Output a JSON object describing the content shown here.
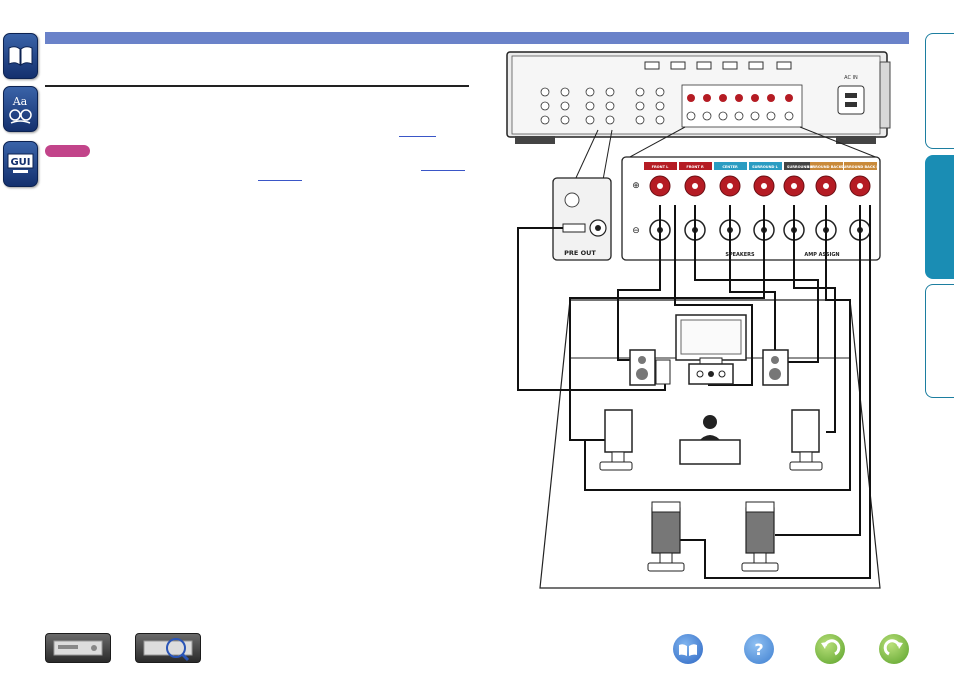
{
  "sidebar": {
    "items": [
      {
        "name": "contents",
        "icon": "book-icon"
      },
      {
        "name": "glossary",
        "icon": "aa-glossary-icon",
        "label": "Aa"
      },
      {
        "name": "gui",
        "icon": "gui-icon",
        "label": "GUI"
      }
    ]
  },
  "right_tabs": [
    {
      "name": "tab-top",
      "active": false
    },
    {
      "name": "tab-middle",
      "active": true
    },
    {
      "name": "tab-bottom",
      "active": false
    }
  ],
  "diagram": {
    "rear_panel": {
      "ac_in_label": "AC IN",
      "preout_label": "PRE OUT"
    },
    "speaker_terminals": {
      "front_l": "FRONT L",
      "front_r": "FRONT R",
      "center": "CENTER",
      "surround_l": "SURROUND L",
      "surround_r": "SURROUND R",
      "surround_back_l": "SURROUND BACK L",
      "surround_back_r": "SURROUND BACK R",
      "speakers_label": "SPEAKERS",
      "amp_assign_label": "AMP ASSIGN",
      "plus_sign": "⊕",
      "minus_sign": "⊖"
    }
  },
  "bottom_nav": {
    "left_buttons": [
      {
        "name": "front-panel-button",
        "icon": "receiver-front-icon"
      },
      {
        "name": "rear-panel-button",
        "icon": "receiver-rear-icon"
      }
    ],
    "right_buttons": [
      {
        "name": "contents-button",
        "icon": "book-icon"
      },
      {
        "name": "help-button",
        "icon": "question-icon",
        "label": "?"
      },
      {
        "name": "back-button",
        "icon": "back-arrow-icon"
      },
      {
        "name": "forward-button",
        "icon": "forward-arrow-icon"
      }
    ]
  },
  "colors": {
    "accent_blue": "#6a82c9",
    "sidebar_blue": "#1f4a8f",
    "tab_teal": "#1a8db4",
    "note_pink": "#c2448a",
    "link_blue": "#3a56c7",
    "terminal_red": "#b51c24",
    "help_blue": "#3f7fd0",
    "nav_green": "#5aa12a"
  }
}
